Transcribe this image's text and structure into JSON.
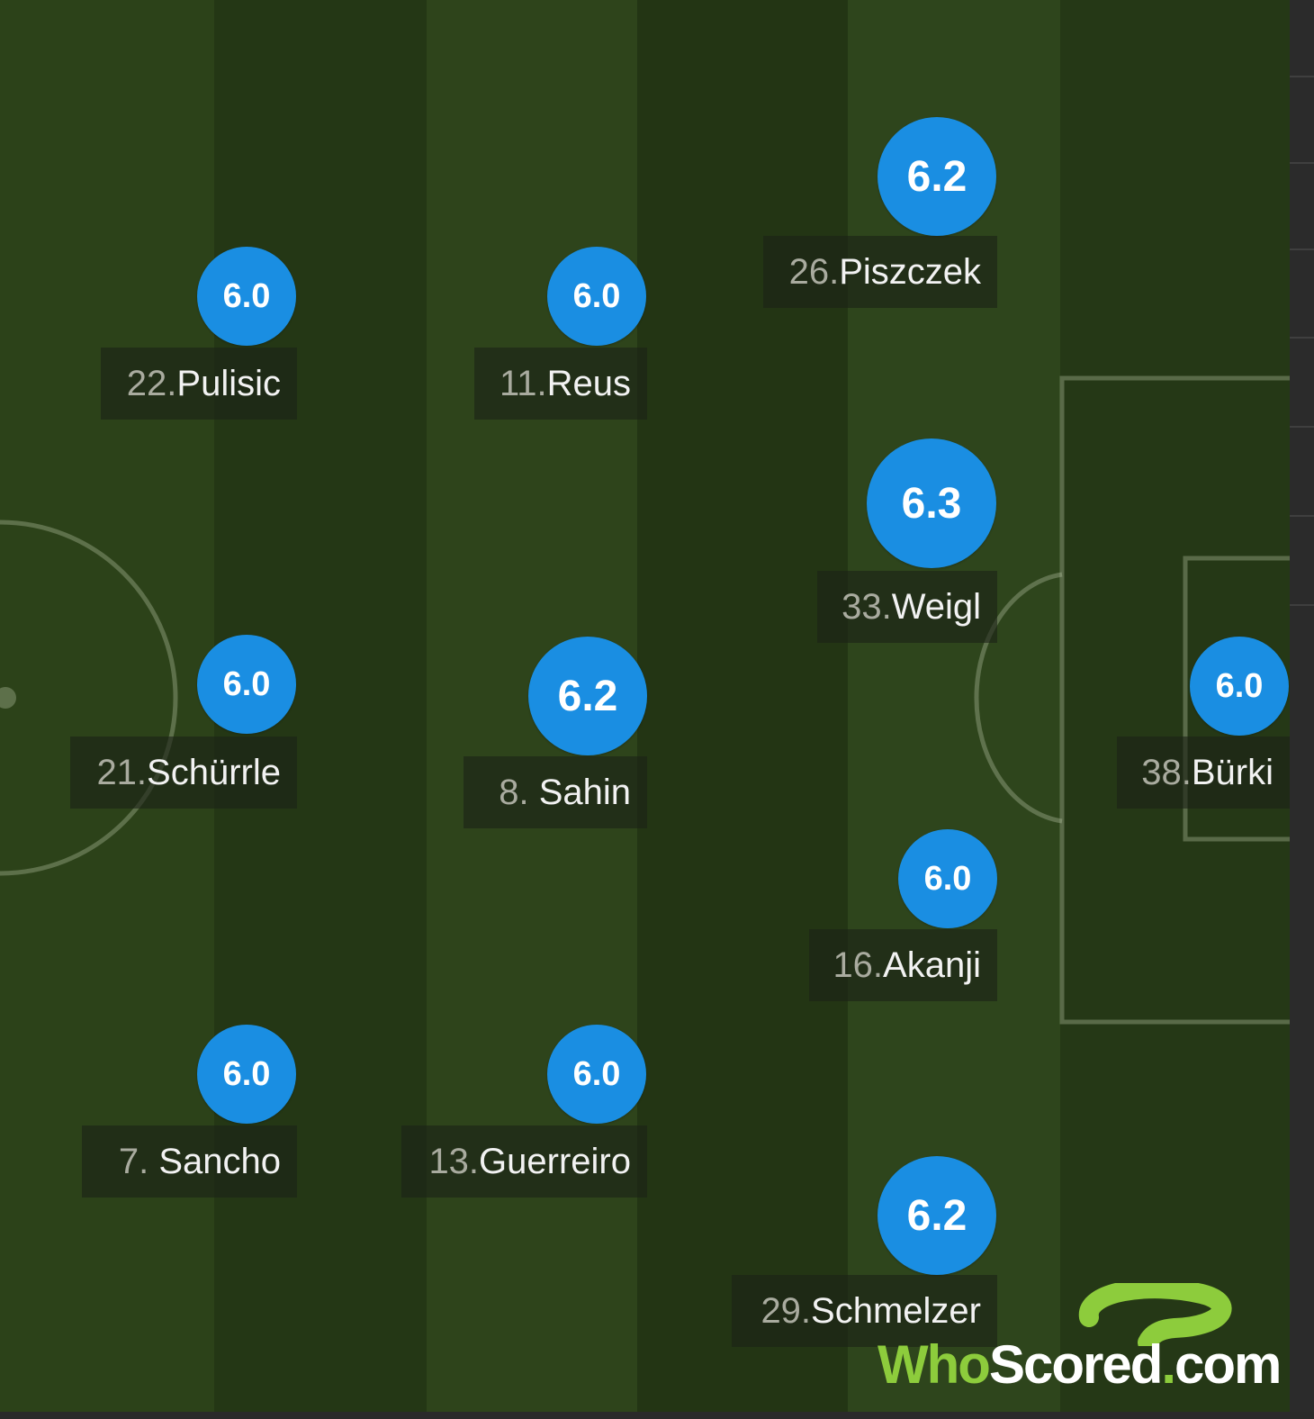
{
  "players": [
    {
      "number": "26.",
      "name": "Piszczek",
      "rating": "6.2"
    },
    {
      "number": "22.",
      "name": "Pulisic",
      "rating": "6.0"
    },
    {
      "number": "11.",
      "name": "Reus",
      "rating": "6.0"
    },
    {
      "number": "33.",
      "name": "Weigl",
      "rating": "6.3"
    },
    {
      "number": "21.",
      "name": "Schürrle",
      "rating": "6.0"
    },
    {
      "number": "8. ",
      "name": "Sahin",
      "rating": "6.2"
    },
    {
      "number": "38.",
      "name": "Bürki",
      "rating": "6.0"
    },
    {
      "number": "16.",
      "name": "Akanji",
      "rating": "6.0"
    },
    {
      "number": "7. ",
      "name": "Sancho",
      "rating": "6.0"
    },
    {
      "number": "13.",
      "name": "Guerreiro",
      "rating": "6.0"
    },
    {
      "number": "29.",
      "name": "Schmelzer",
      "rating": "6.2"
    }
  ],
  "logo": {
    "who": "Who",
    "scored": "Scored",
    "dot": ".",
    "com": "com"
  },
  "colors": {
    "rating_badge": "#1a8ee2",
    "pitch_light": "#2c4219",
    "pitch_dark": "#243715",
    "logo_green": "#8dcc3c"
  }
}
